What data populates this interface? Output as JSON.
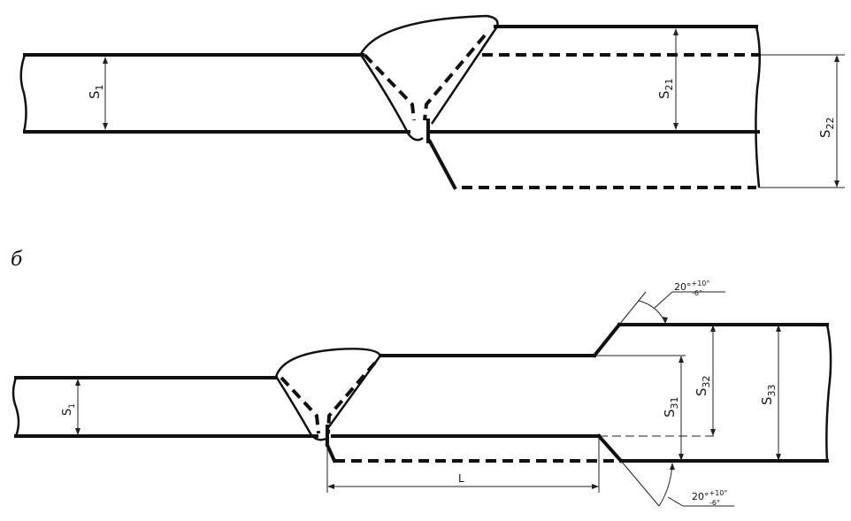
{
  "figure_b_label": "б",
  "top": {
    "s1": {
      "main": "S",
      "sub": "1"
    },
    "s21": {
      "main": "S",
      "sub": "21"
    },
    "s22": {
      "main": "S",
      "sub": "22"
    }
  },
  "bottom": {
    "s1": {
      "main": "S",
      "sub": "1"
    },
    "s31": {
      "main": "S",
      "sub": "31"
    },
    "s32": {
      "main": "S",
      "sub": "32"
    },
    "s33": {
      "main": "S",
      "sub": "33"
    },
    "length": "L",
    "angle_top": {
      "value": "20°",
      "plus": "+10°",
      "minus": "-6°"
    },
    "angle_bottom": {
      "value": "20°",
      "plus": "+10°",
      "minus": "-6°"
    }
  }
}
